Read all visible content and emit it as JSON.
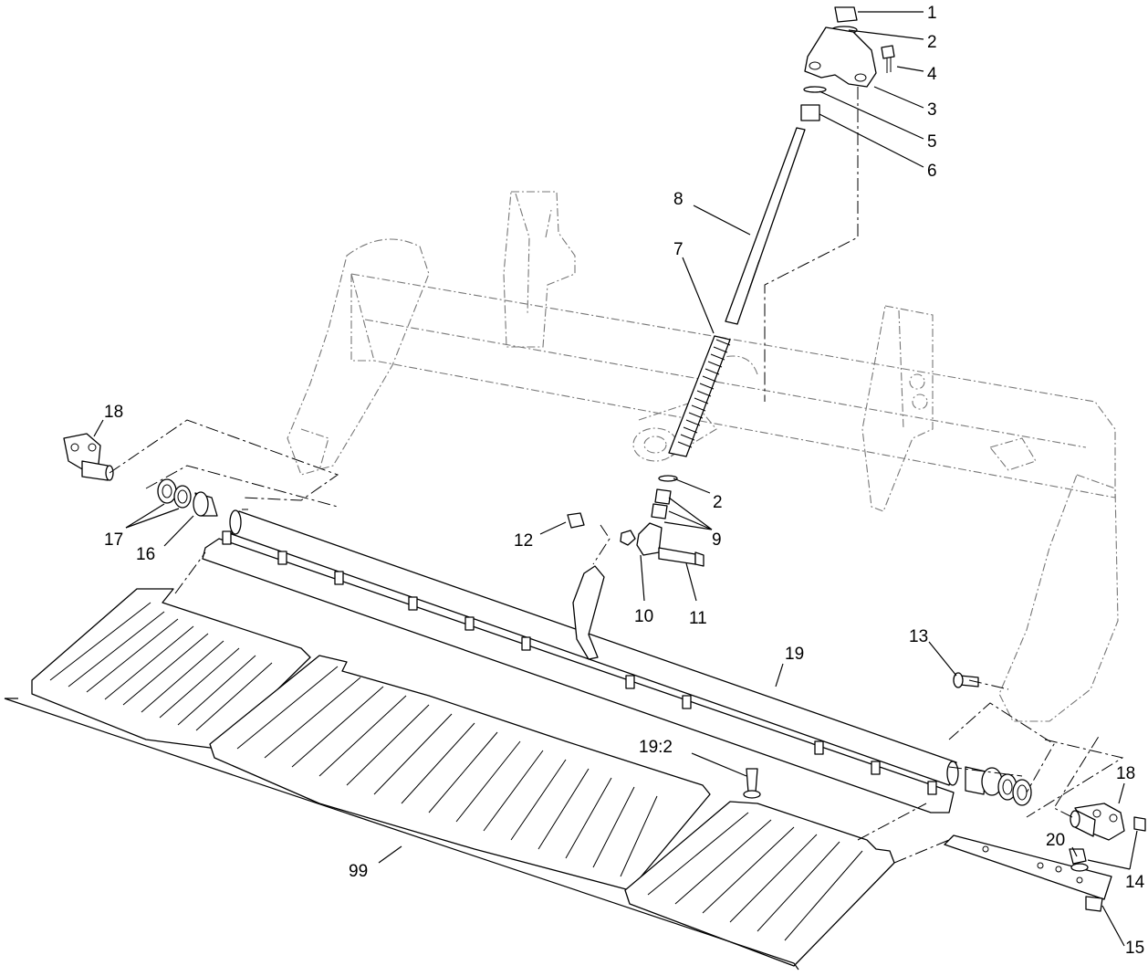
{
  "diagram": {
    "callouts": {
      "c1": "1",
      "c2a": "2",
      "c4": "4",
      "c3": "3",
      "c5": "5",
      "c6": "6",
      "c8": "8",
      "c7": "7",
      "c18a": "18",
      "c2b": "2",
      "c9": "9",
      "c17": "17",
      "c16": "16",
      "c12": "12",
      "c10": "10",
      "c11": "11",
      "c13": "13",
      "c19": "19",
      "c192": "19:2",
      "c18b": "18",
      "c20": "20",
      "c14": "14",
      "c15": "15",
      "c99": "99"
    }
  }
}
